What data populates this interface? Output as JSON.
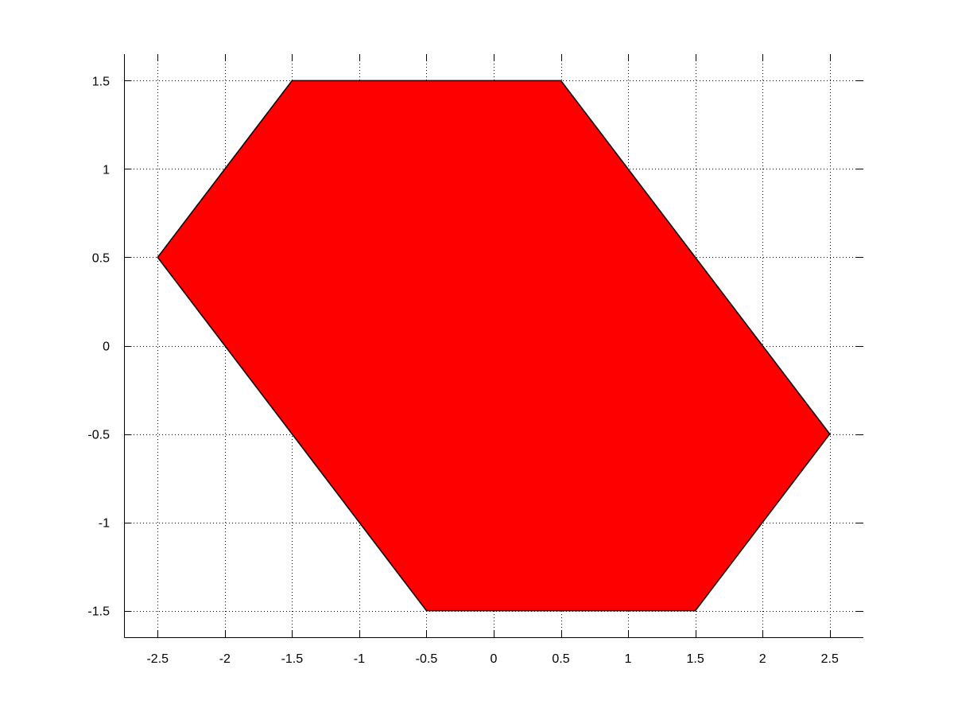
{
  "chart_data": {
    "type": "area",
    "title": "",
    "xlabel": "",
    "ylabel": "",
    "xlim": [
      -2.75,
      2.75
    ],
    "ylim": [
      -1.65,
      1.65
    ],
    "grid": true,
    "x_ticks": [
      -2.5,
      -2,
      -1.5,
      -1,
      -0.5,
      0,
      0.5,
      1,
      1.5,
      2,
      2.5
    ],
    "x_tick_labels": [
      "-2.5",
      "-2",
      "-1.5",
      "-1",
      "-0.5",
      "0",
      "0.5",
      "1",
      "1.5",
      "2",
      "2.5"
    ],
    "y_ticks": [
      -1.5,
      -1,
      -0.5,
      0,
      0.5,
      1,
      1.5
    ],
    "y_tick_labels": [
      "-1.5",
      "-1",
      "-0.5",
      "0",
      "0.5",
      "1",
      "1.5"
    ],
    "series": [
      {
        "vertices": [
          [
            -1.5,
            1.5
          ],
          [
            0.5,
            1.5
          ],
          [
            2.5,
            -0.5
          ],
          [
            1.5,
            -1.5
          ],
          [
            -0.5,
            -1.5
          ],
          [
            -2.5,
            0.5
          ]
        ],
        "fill_color": "#ff0000",
        "edge_color": "#000000"
      }
    ]
  }
}
